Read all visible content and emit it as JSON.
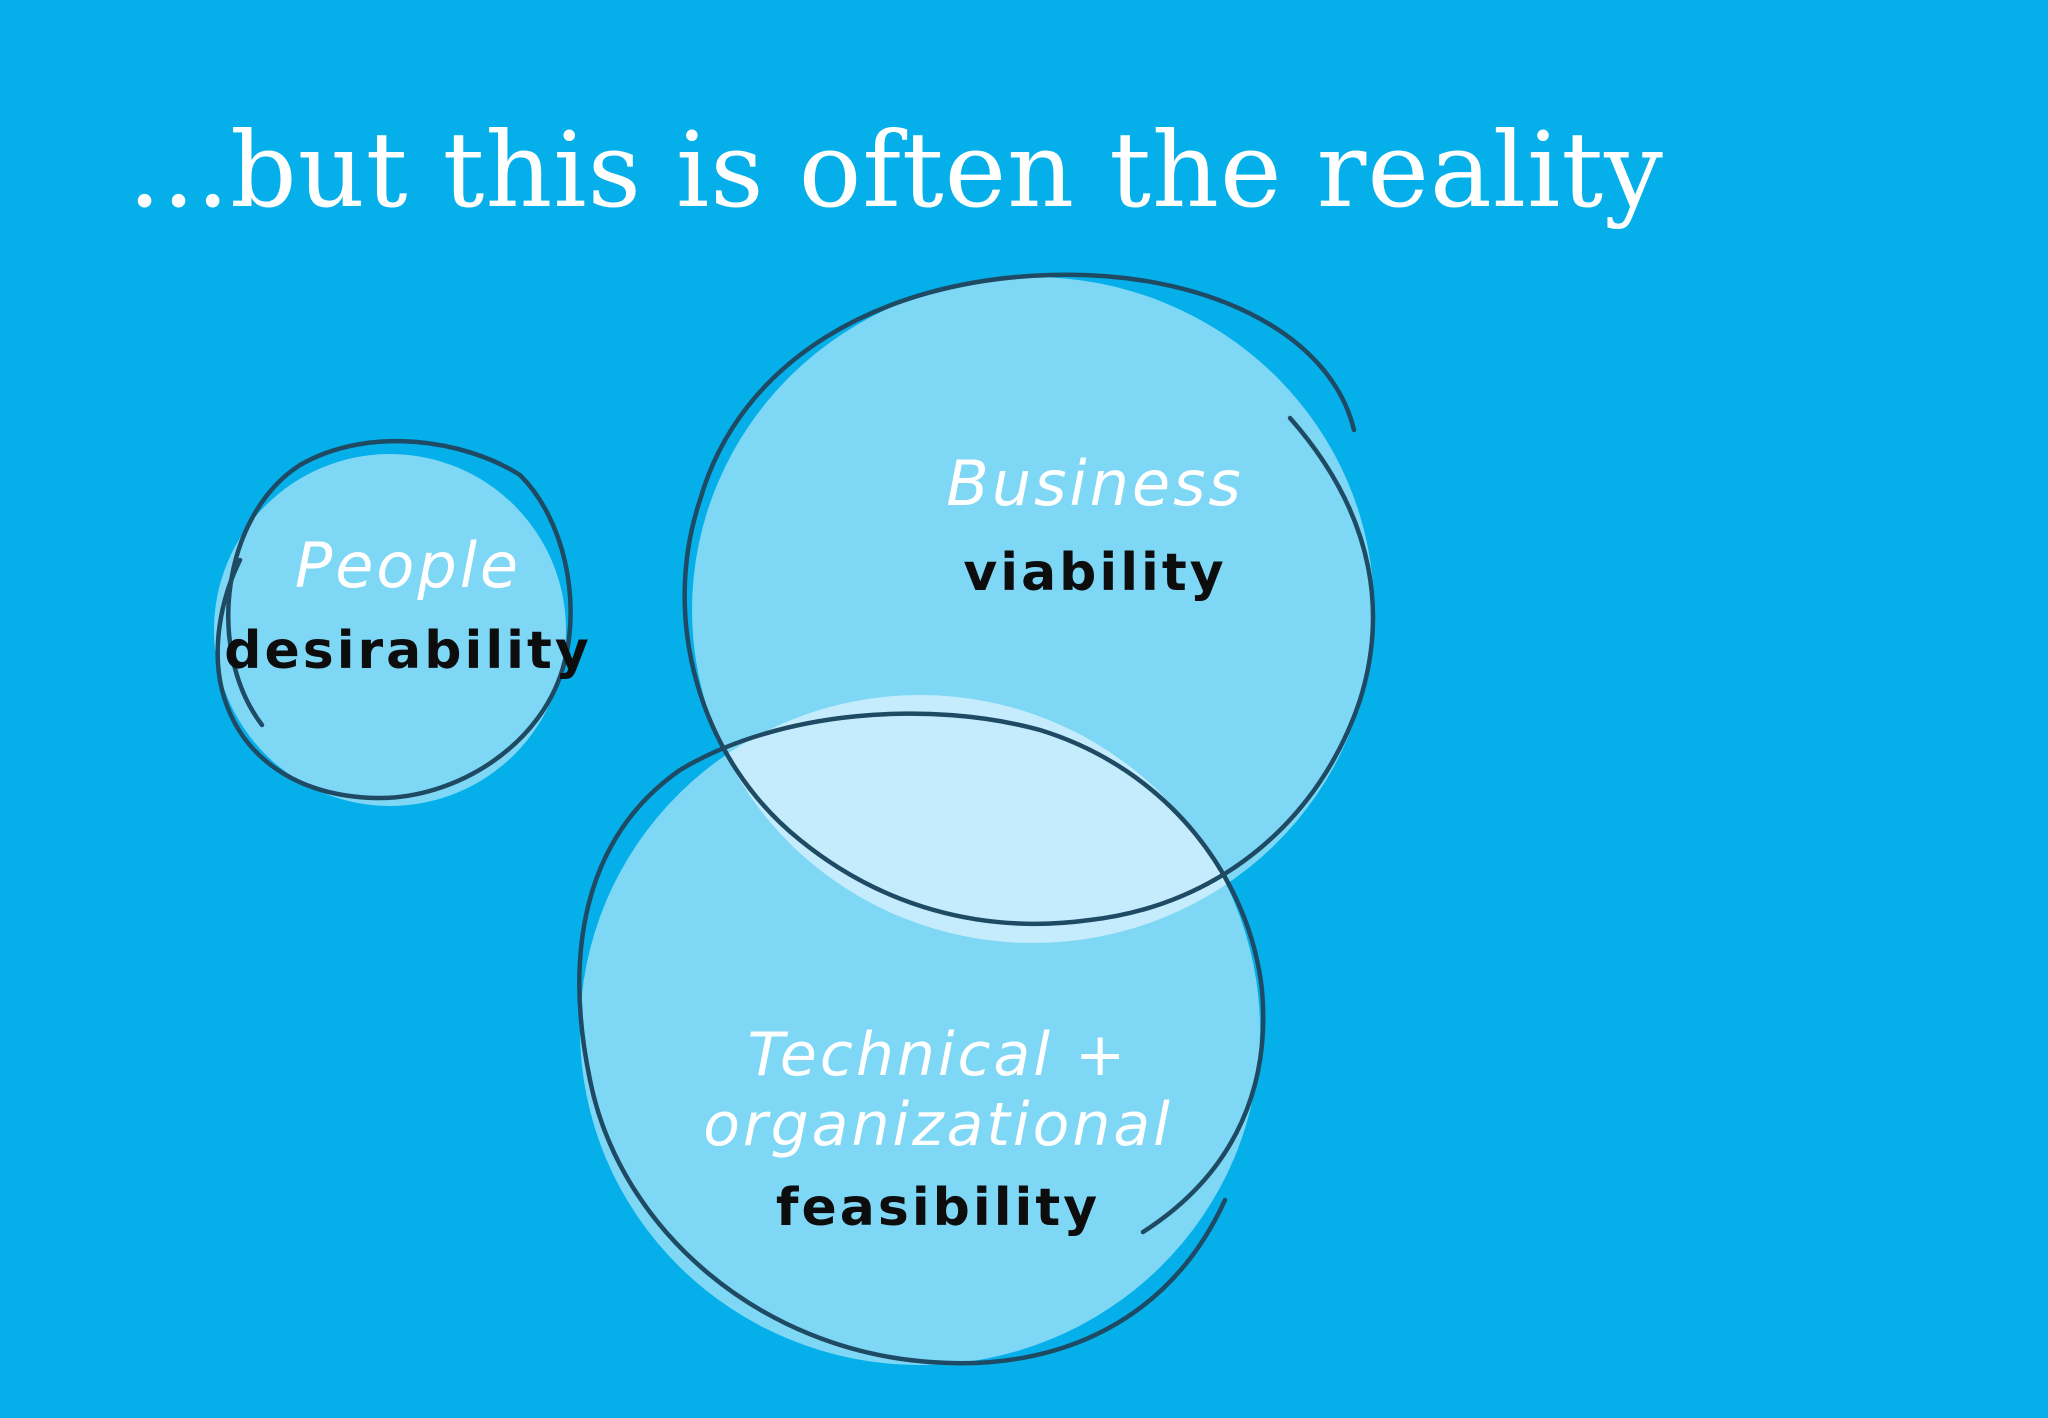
{
  "slide": {
    "title": "...but this is often the reality"
  },
  "circles": {
    "people": {
      "name": "People",
      "quality": "desirability"
    },
    "business": {
      "name": "Business",
      "quality": "viability"
    },
    "technical": {
      "name_line1": "Technical +",
      "name_line2": "organizational",
      "quality": "feasibility"
    }
  },
  "colors": {
    "background": "#05b0ea",
    "circle_fill": "#7fd7f6",
    "overlap_fill": "#c4ecfc",
    "outline": "#1e4a63",
    "name_text": "#ffffff",
    "quality_text": "#0d0d0d"
  }
}
